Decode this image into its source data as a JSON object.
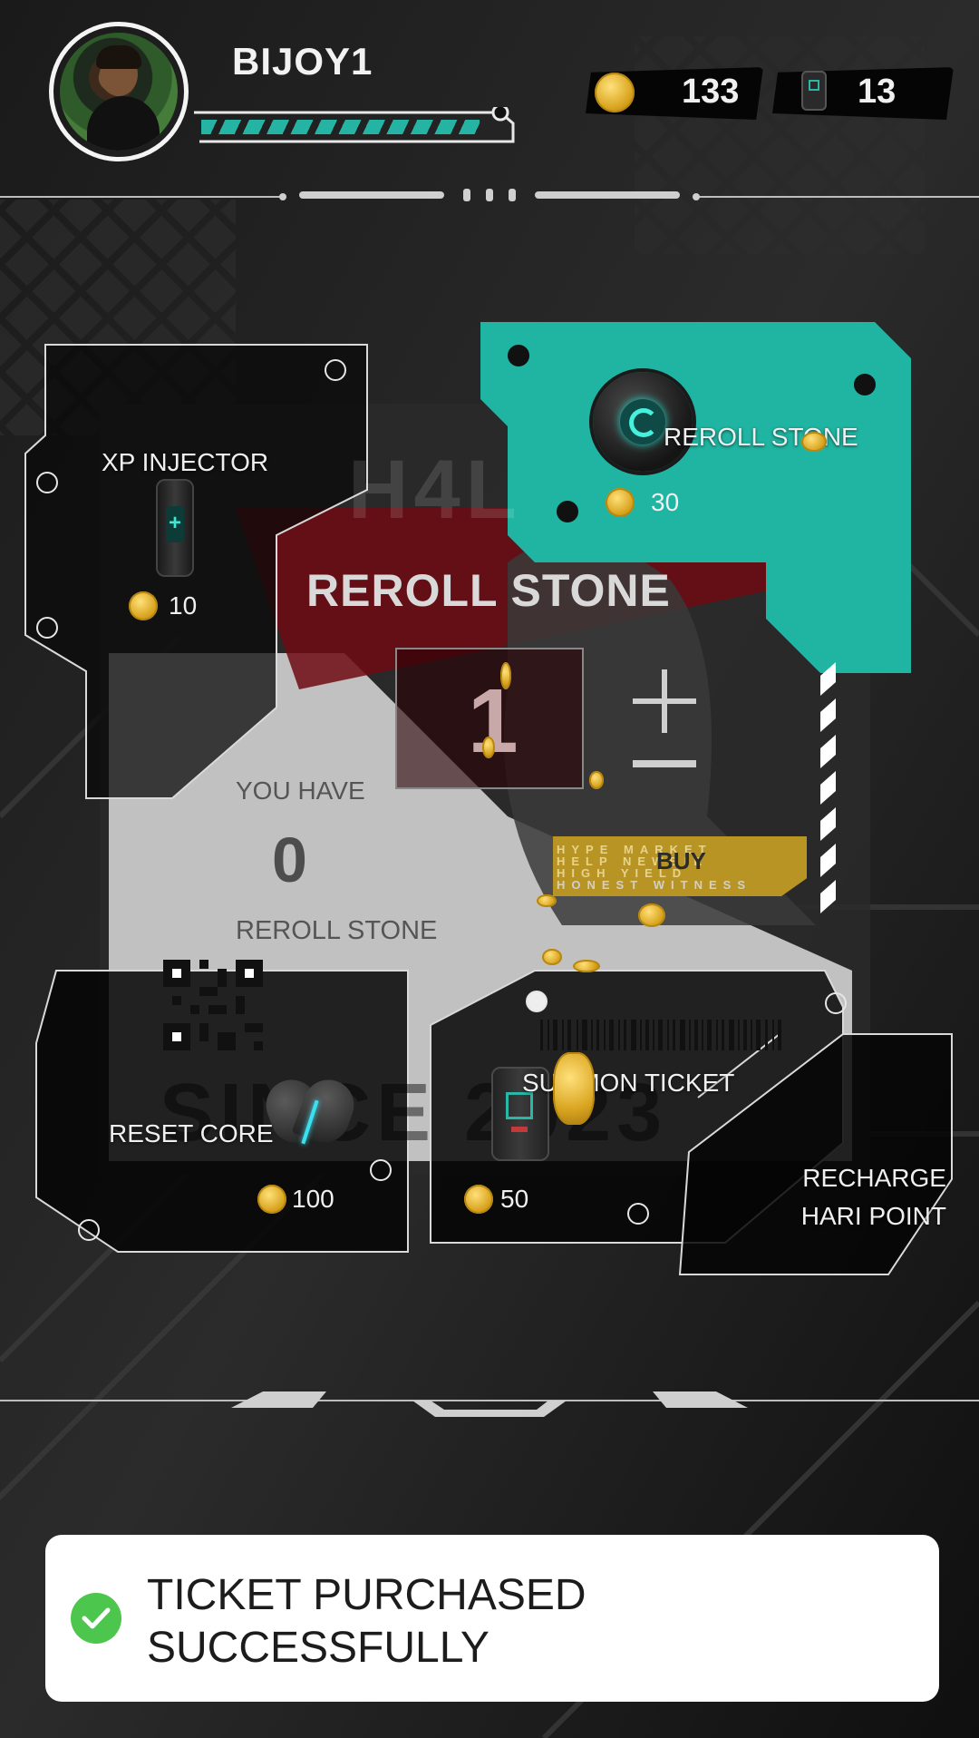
{
  "player": {
    "username": "BIJOY1",
    "xp_fraction": 0.93
  },
  "currencies": {
    "coins": "133",
    "tickets": "13"
  },
  "shop": {
    "items": [
      {
        "name": "XP INJECTOR",
        "price": "10"
      },
      {
        "name": "REROLL STONE",
        "price": "30"
      },
      {
        "name": "RESET CORE",
        "price": "100"
      },
      {
        "name": "SUMMON TICKET",
        "price": "50"
      },
      {
        "name": "RECHARGE\nHARI POINT",
        "price": ""
      }
    ],
    "selected": {
      "title": "REROLL STONE",
      "quantity": "1",
      "you_have_label": "YOU HAVE",
      "owned_count": "0",
      "owned_unit": "REROLL STONE",
      "buy_label": "BUY",
      "buy_small_text": [
        "HYPE MARKET",
        "HELP NEWBIE",
        "HIGH YIELD",
        "HONEST WITNESS"
      ]
    },
    "watermarks": {
      "since": "SINCE 2023",
      "h4l": "H4L"
    }
  },
  "toast": {
    "message_line1": "TICKET PURCHASED",
    "message_line2": "SUCCESSFULLY"
  },
  "colors": {
    "accent_teal": "#1fb5a2",
    "buy_gold": "#b89424",
    "success_green": "#4cc64c",
    "dark_red": "#6e0a12"
  },
  "icons": [
    "coin-icon",
    "ticket-icon",
    "reroll-stone-icon",
    "xp-injector-icon",
    "reset-core-icon",
    "summon-ticket-icon",
    "qr-code-icon",
    "check-icon",
    "plus-icon",
    "minus-icon"
  ]
}
